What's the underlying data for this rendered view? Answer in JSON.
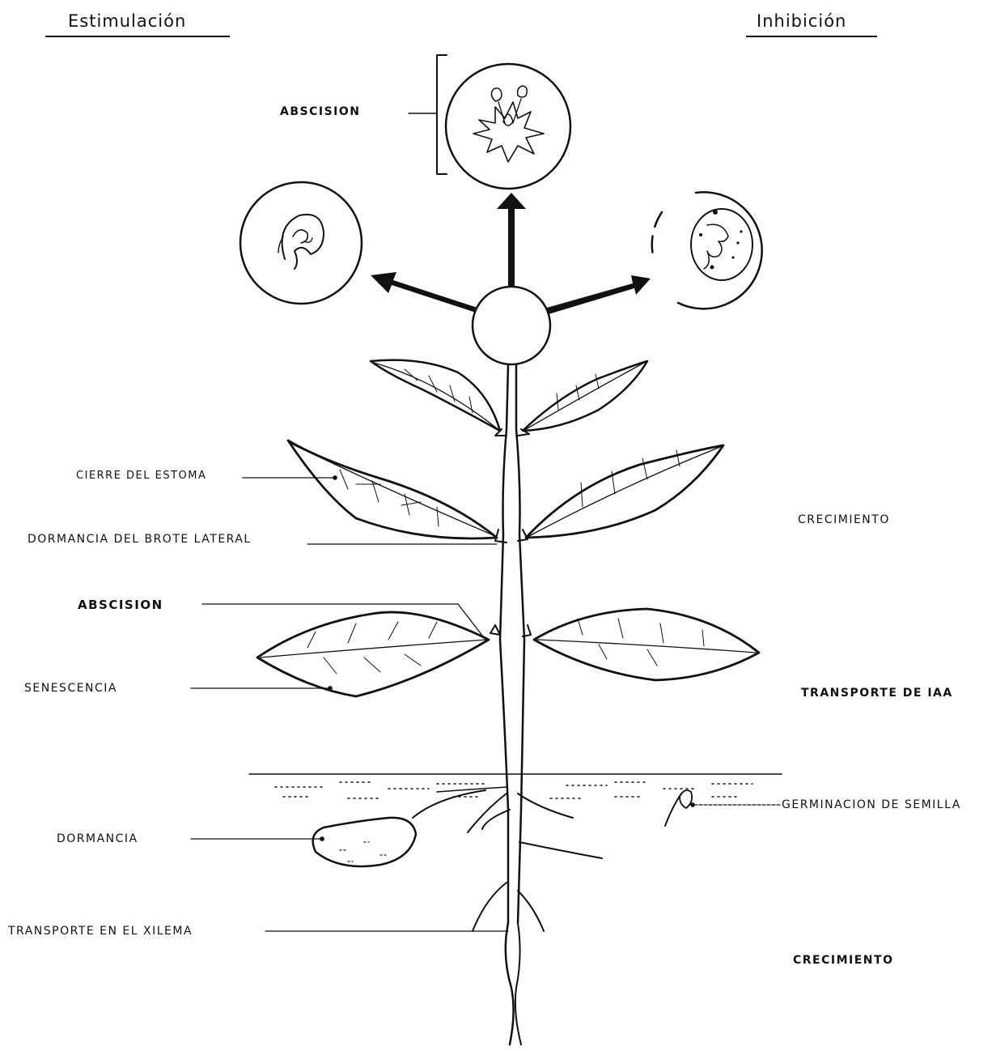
{
  "headers": {
    "left": "Estimulación",
    "right": "Inhibición"
  },
  "labels": {
    "abscision_top": "ABSCISION",
    "cierre_estoma": "CIERRE DEL ESTOMA",
    "dormancia_brote": "DORMANCIA DEL BROTE LATERAL",
    "abscision_mid": "ABSCISION",
    "senescencia": "SENESCENCIA",
    "dormancia": "DORMANCIA",
    "transporte_xilema": "TRANSPORTE EN EL XILEMA",
    "crecimiento_upper": "CRECIMIENTO",
    "transporte_iaa": "TRANSPORTE DE IAA",
    "germinacion": "GERMINACION DE SEMILLA",
    "crecimiento_lower": "CRECIMIENTO"
  },
  "colors": {
    "ink": "#111111",
    "paper": "#ffffff"
  }
}
